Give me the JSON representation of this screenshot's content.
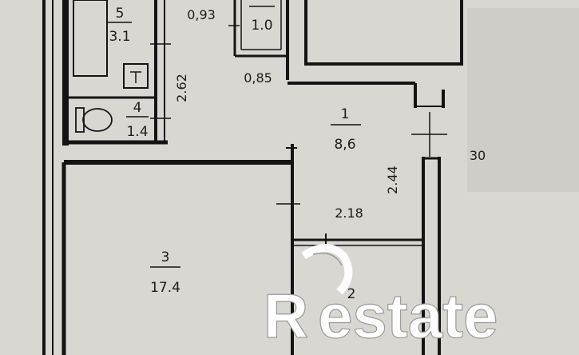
{
  "rooms": [
    {
      "number": "5",
      "area": "3.1"
    },
    {
      "number": "4",
      "area": "1.4"
    },
    {
      "number": "1",
      "area": "8,6"
    },
    {
      "number": "3",
      "area": "17.4"
    },
    {
      "number": "2",
      "area": ""
    },
    {
      "number": "",
      "area": "1.0"
    }
  ],
  "dimensions": [
    "0,93",
    "2.62",
    "0,85",
    "2.44",
    "2.18",
    "30"
  ],
  "watermark": {
    "text": "estate",
    "initial": "R"
  },
  "colors": {
    "paper": "#d9d7d2",
    "wall": "#141414",
    "watermark": "#ffffff"
  }
}
